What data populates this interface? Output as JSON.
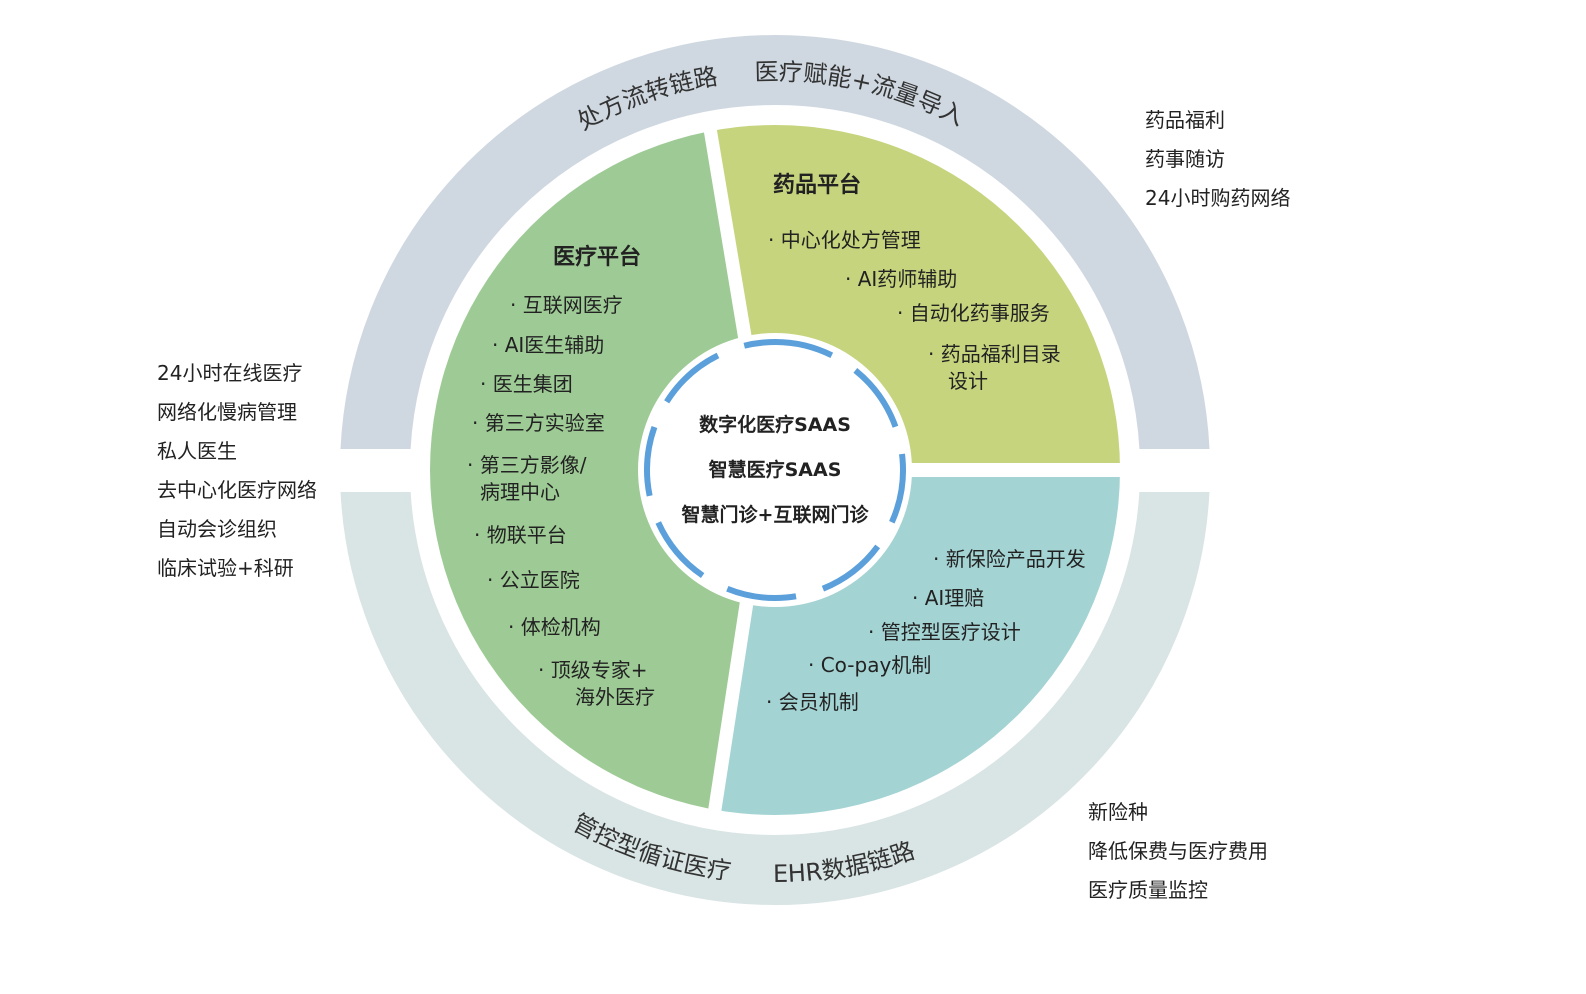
{
  "colors": {
    "ring_top": "#cfd8e1",
    "ring_bottom": "#d9e4e4",
    "medical": "#9ecb95",
    "drug": "#c6d47d",
    "insurance": "#a4d3d3",
    "center_dash": "#5b9fdb"
  },
  "ring_labels": {
    "top_left": "处方流转链路",
    "top_right": "医疗赋能+流量导入",
    "bottom_left": "管控型循证医疗",
    "bottom_right": "EHR数据链路"
  },
  "center": {
    "lines": [
      "数字化医疗SAAS",
      "智慧医疗SAAS",
      "智慧门诊+互联网门诊"
    ]
  },
  "medical_platform": {
    "title": "医疗平台",
    "items": [
      "· 互联网医疗",
      "· AI医生辅助",
      "· 医生集团",
      "· 第三方实验室",
      "· 第三方影像/",
      "病理中心",
      "· 物联平台",
      "· 公立医院",
      "· 体检机构",
      "· 顶级专家+",
      "海外医疗"
    ]
  },
  "drug_platform": {
    "title": "药品平台",
    "items": [
      "· 中心化处方管理",
      "· AI药师辅助",
      "· 自动化药事服务",
      "· 药品福利目录",
      "设计"
    ]
  },
  "insurance_platform": {
    "items": [
      "· 新保险产品开发",
      "· AI理赔",
      "· 管控型医疗设计",
      "· Co-pay机制",
      "· 会员机制"
    ]
  },
  "side_right_top": [
    "药品福利",
    "药事随访",
    "24小时购药网络"
  ],
  "side_left": [
    "24小时在线医疗",
    "网络化慢病管理",
    "私人医生",
    "去中心化医疗网络",
    "自动会诊组织",
    "临床试验+科研"
  ],
  "side_right_bottom": [
    "新险种",
    "降低保费与医疗费用",
    "医疗质量监控"
  ]
}
